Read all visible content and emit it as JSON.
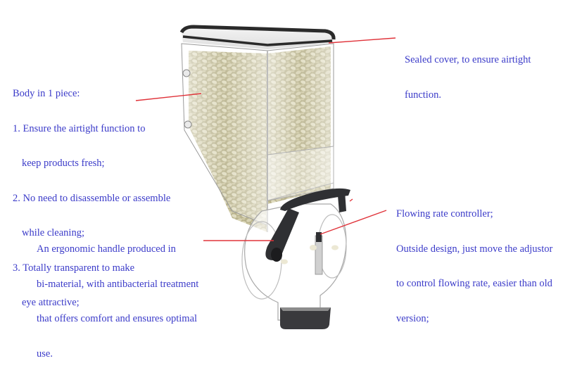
{
  "diagram": {
    "subject": "gravity bulk food dispenser",
    "colors": {
      "text": "#3b3bc9",
      "leader_line": "#e0333a",
      "lid_gasket": "#2a2a2a",
      "handle": "#2f3033",
      "contents": "#c9c4a0"
    },
    "annotations": {
      "body": {
        "title": "Body in 1 piece:",
        "items": [
          {
            "num": "1.",
            "line1": "Ensure the airtight function to",
            "line2": "keep products fresh;"
          },
          {
            "num": "2.",
            "line1": "No need to disassemble or assemble",
            "line2": "while cleaning;"
          },
          {
            "num": "3.",
            "line1": "Totally transparent to make",
            "line2": "eye attractive;"
          }
        ]
      },
      "cover": {
        "line1": "Sealed cover, to ensure airtight",
        "line2": "function."
      },
      "controller": {
        "line1": "Flowing rate controller;",
        "line2": "Outside design, just move the adjustor",
        "line3": "to control flowing rate, easier than old",
        "line4": "version;"
      },
      "handle": {
        "line1": "An ergonomic handle produced in",
        "line2": "bi-material, with antibacterial treatment",
        "line3": "that offers comfort and ensures optimal",
        "line4": "use."
      }
    }
  }
}
